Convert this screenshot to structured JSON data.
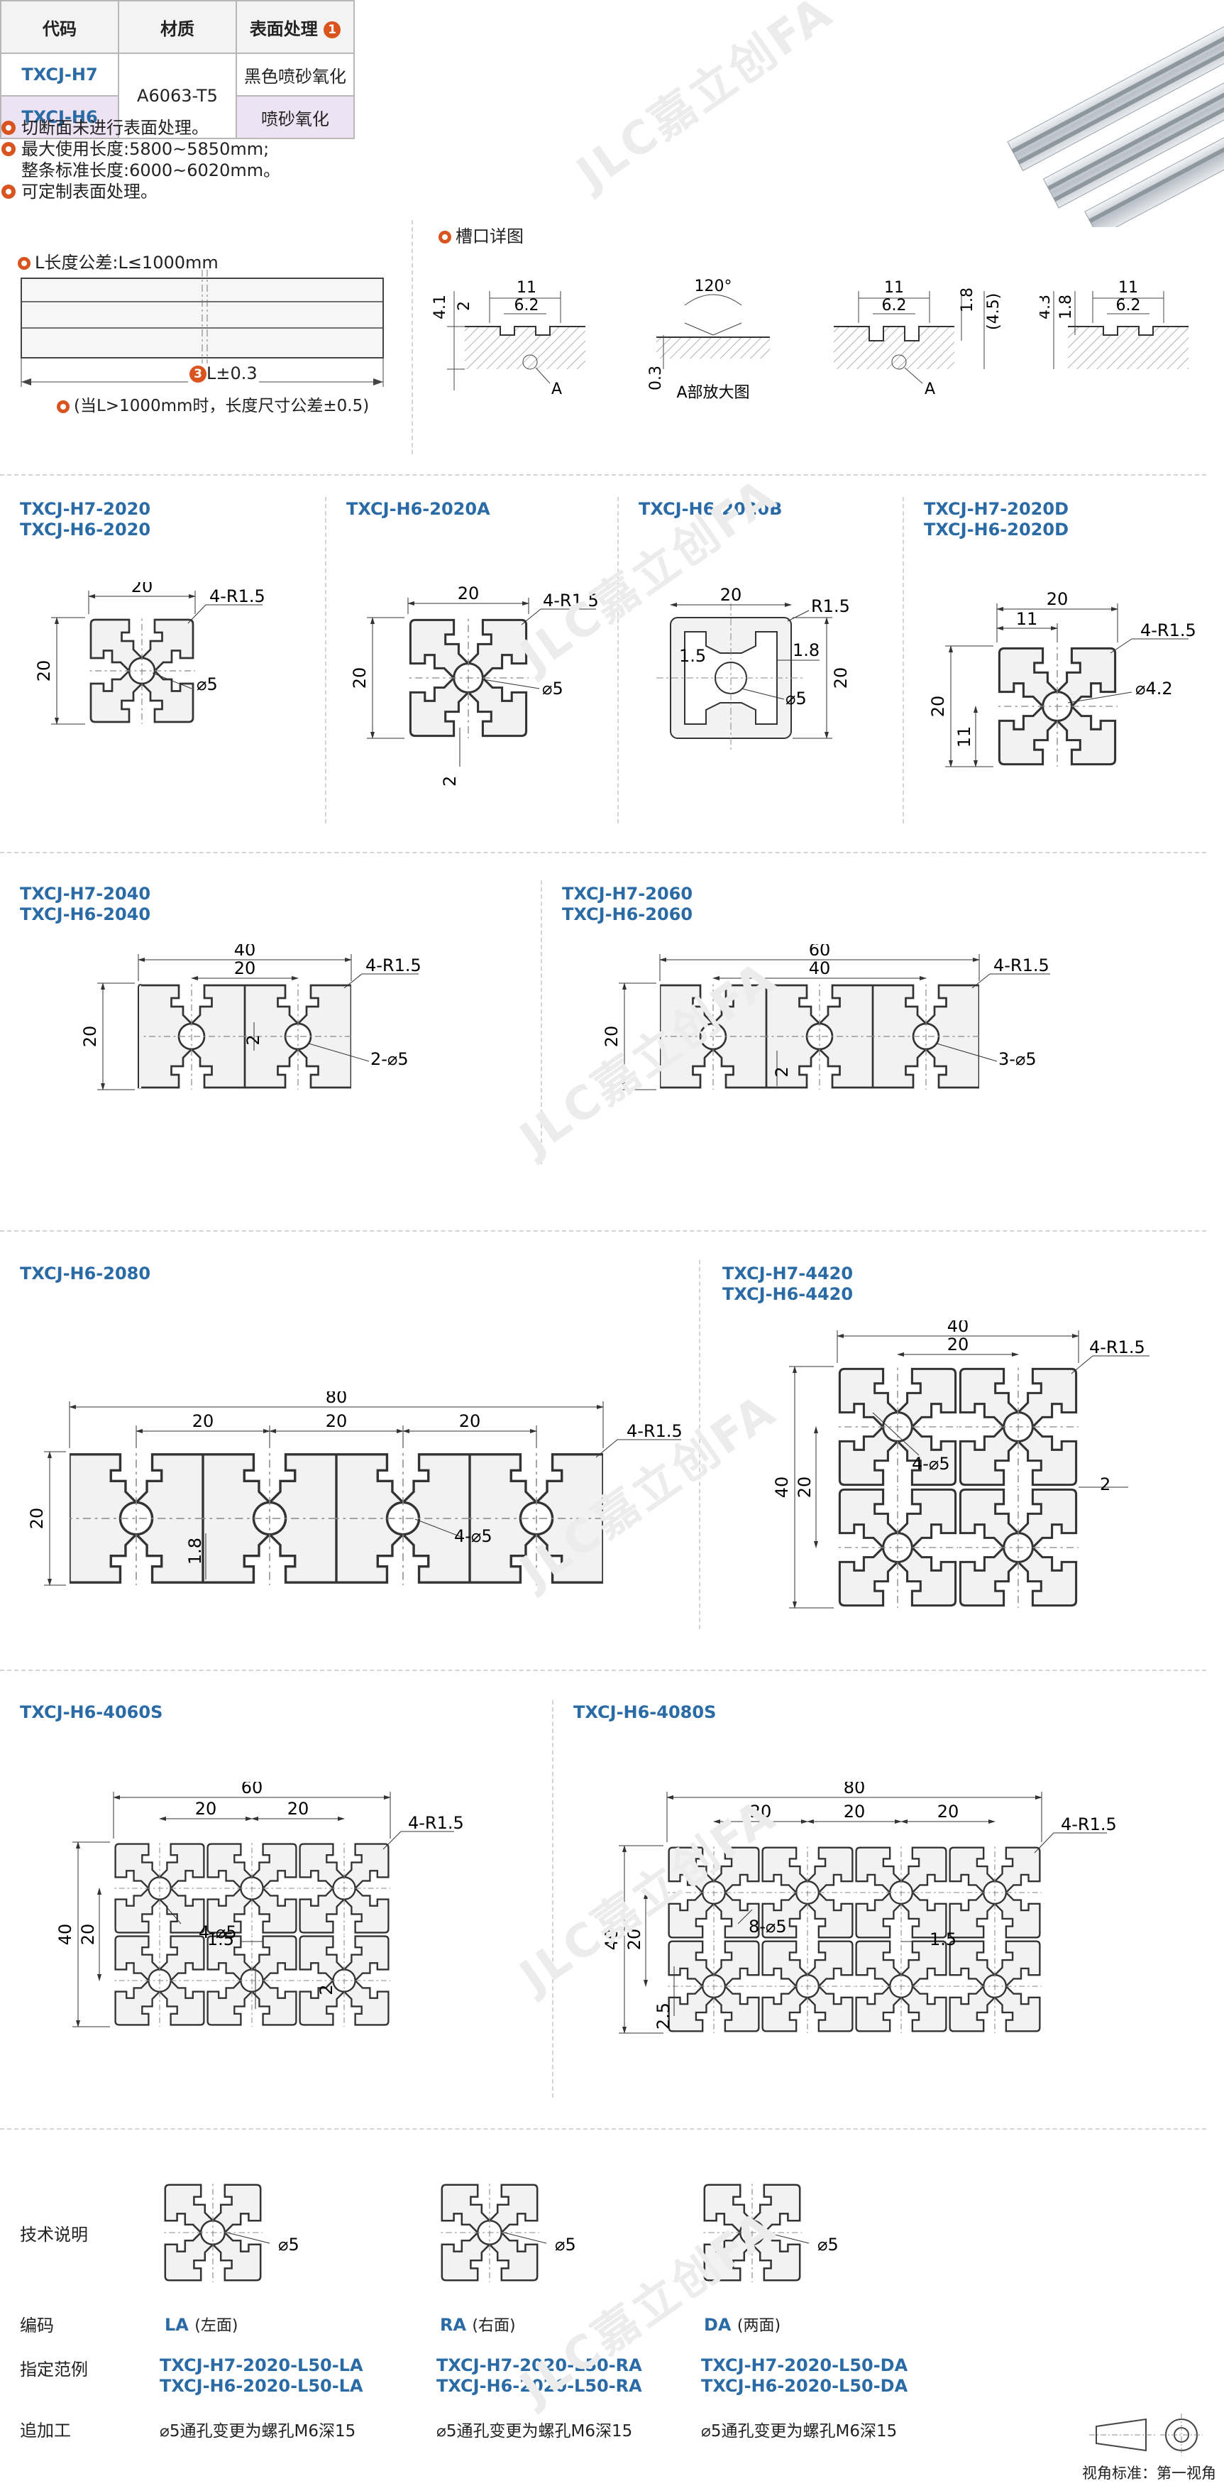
{
  "spec_table": {
    "headers": [
      "代码",
      "材质",
      "表面处理"
    ],
    "header_badge": "1",
    "rows": [
      {
        "code": "TXCJ-H7",
        "material": "A6063-T5",
        "finish": "黑色喷砂氧化"
      },
      {
        "code": "TXCJ-H6",
        "material": "",
        "finish": "喷砂氧化"
      }
    ]
  },
  "notes": [
    "切断面未进行表面处理。",
    "最大使用长度:5800~5850mm;",
    "整条标准长度:6000~6020mm。",
    "可定制表面处理。"
  ],
  "length_tolerance": {
    "title": "L长度公差:L≤1000mm",
    "badge": "3",
    "dim_label": "L±0.3",
    "note": "(当L>1000mm时，长度尺寸公差±0.5)"
  },
  "slot_detail": {
    "title": "槽口详图",
    "views": [
      {
        "dims": [
          "11",
          "6.2",
          "4.1",
          "2"
        ],
        "callout": "A"
      },
      {
        "dims": [
          "120°",
          "0.3"
        ],
        "caption": "A部放大图"
      },
      {
        "dims": [
          "11",
          "6.2",
          "1.8",
          "(4.5)"
        ],
        "callout": "A"
      },
      {
        "dims": [
          "11",
          "6.2",
          "4.3",
          "1.8"
        ]
      }
    ]
  },
  "profiles": [
    {
      "titles": [
        "TXCJ-H7-2020",
        "TXCJ-H6-2020"
      ],
      "dims": [
        "20",
        "20",
        "4-R1.5",
        "⌀5"
      ]
    },
    {
      "titles": [
        "TXCJ-H6-2020A"
      ],
      "dims": [
        "20",
        "20",
        "4-R1.5",
        "⌀5",
        "2"
      ]
    },
    {
      "titles": [
        "TXCJ-H6-2020B"
      ],
      "dims": [
        "20",
        "20",
        "R1.5",
        "1.5",
        "1.8",
        "⌀5"
      ]
    },
    {
      "titles": [
        "TXCJ-H7-2020D",
        "TXCJ-H6-2020D"
      ],
      "dims": [
        "20",
        "11",
        "20",
        "11",
        "4-R1.5",
        "⌀4.2"
      ]
    },
    {
      "titles": [
        "TXCJ-H7-2040",
        "TXCJ-H6-2040"
      ],
      "dims": [
        "40",
        "20",
        "20",
        "2",
        "4-R1.5",
        "2-⌀5"
      ]
    },
    {
      "titles": [
        "TXCJ-H7-2060",
        "TXCJ-H6-2060"
      ],
      "dims": [
        "60",
        "40",
        "20",
        "2",
        "4-R1.5",
        "3-⌀5"
      ]
    },
    {
      "titles": [
        "TXCJ-H6-2080"
      ],
      "dims": [
        "80",
        "20",
        "20",
        "20",
        "20",
        "1.8",
        "4-R1.5",
        "4-⌀5"
      ]
    },
    {
      "titles": [
        "TXCJ-H7-4420",
        "TXCJ-H6-4420"
      ],
      "dims": [
        "40",
        "20",
        "40",
        "20",
        "2",
        "4-R1.5",
        "4-⌀5"
      ]
    },
    {
      "titles": [
        "TXCJ-H6-4060S"
      ],
      "dims": [
        "60",
        "20",
        "20",
        "40",
        "20",
        "1.5",
        "2",
        "4-R1.5",
        "4-⌀5"
      ]
    },
    {
      "titles": [
        "TXCJ-H6-4080S"
      ],
      "dims": [
        "80",
        "20",
        "20",
        "20",
        "40",
        "20",
        "1.5",
        "2.5",
        "4-R1.5",
        "8-⌀5"
      ]
    }
  ],
  "tech": {
    "row_labels": [
      "技术说明",
      "编码",
      "指定范例",
      "追加工"
    ],
    "columns": [
      {
        "dim": "⌀5",
        "code": "LA",
        "code_desc": "(左面)",
        "examples": [
          "TXCJ-H7-2020-L50-LA",
          "TXCJ-H6-2020-L50-LA"
        ],
        "processing": "⌀5通孔变更为螺孔M6深15"
      },
      {
        "dim": "⌀5",
        "code": "RA",
        "code_desc": "(右面)",
        "examples": [
          "TXCJ-H7-2020-L50-RA",
          "TXCJ-H6-2020-L50-RA"
        ],
        "processing": "⌀5通孔变更为螺孔M6深15"
      },
      {
        "dim": "⌀5",
        "code": "DA",
        "code_desc": "(两面)",
        "examples": [
          "TXCJ-H7-2020-L50-DA",
          "TXCJ-H6-2020-L50-DA"
        ],
        "processing": "⌀5通孔变更为螺孔M6深15"
      }
    ]
  },
  "view_standard": "视角标准：第一视角",
  "watermark": "JLC嘉立创FA",
  "colors": {
    "accent": "#d9541e",
    "code_blue": "#2a6ba6",
    "profile_fill": "#f2f2f2",
    "lilac": "#ede3f3"
  }
}
